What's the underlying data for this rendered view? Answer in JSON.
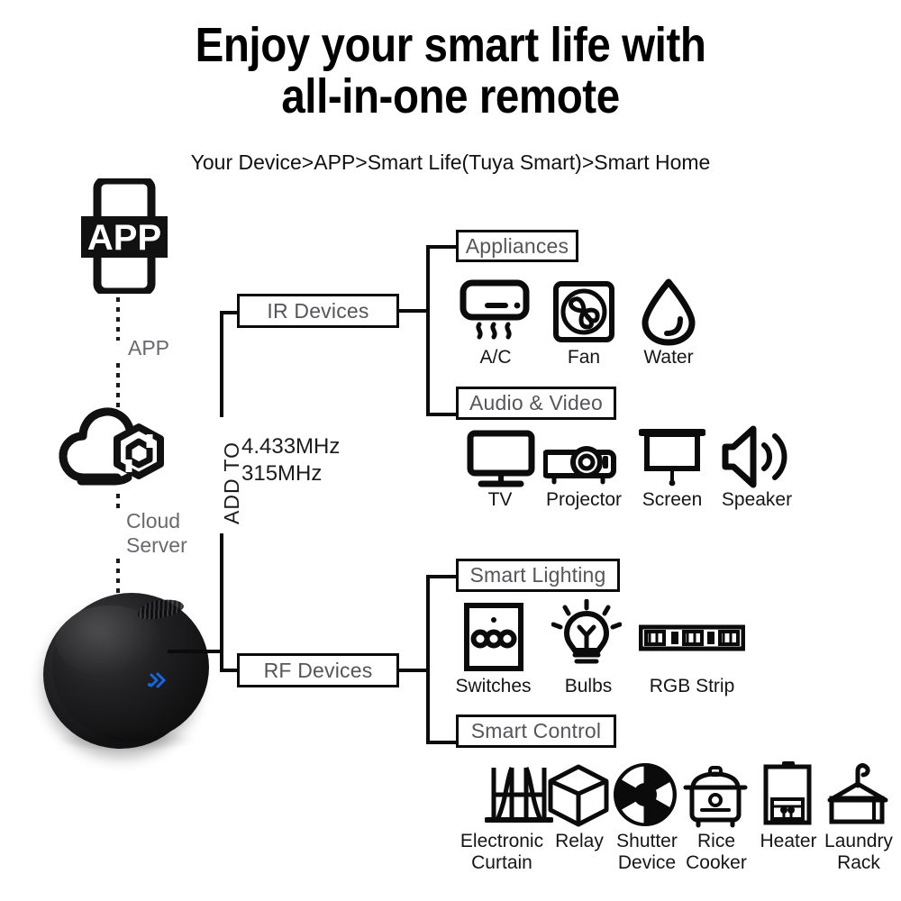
{
  "header": {
    "title_line1": "Enjoy your smart life with",
    "title_line2": "all-in-one remote",
    "breadcrumb": "Your Device>APP>Smart Life(Tuya Smart)>Smart Home"
  },
  "left_chain": {
    "app_icon_text": "APP",
    "app_label": "APP",
    "cloud_label_line1": "Cloud",
    "cloud_label_line2": "Server",
    "hub_name": "ir-rf-hub-device"
  },
  "trunk": {
    "add_to_label": "ADD TO",
    "frequency_line1": "4.433MHz",
    "frequency_line2": "315MHz"
  },
  "branches": [
    {
      "id": "ir",
      "label": "IR Devices",
      "groups": [
        {
          "id": "appliances",
          "label": "Appliances",
          "devices": [
            {
              "label": "A/C",
              "icon": "air-conditioner-icon"
            },
            {
              "label": "Fan",
              "icon": "fan-icon"
            },
            {
              "label": "Water",
              "icon": "water-drop-icon"
            }
          ]
        },
        {
          "id": "audio-video",
          "label": "Audio & Video",
          "devices": [
            {
              "label": "TV",
              "icon": "tv-icon"
            },
            {
              "label": "Projector",
              "icon": "projector-icon"
            },
            {
              "label": "Screen",
              "icon": "projection-screen-icon"
            },
            {
              "label": "Speaker",
              "icon": "speaker-icon"
            }
          ]
        }
      ]
    },
    {
      "id": "rf",
      "label": "RF Devices",
      "groups": [
        {
          "id": "smart-lighting",
          "label": "Smart Lighting",
          "devices": [
            {
              "label": "Switches",
              "icon": "wall-switch-icon"
            },
            {
              "label": "Bulbs",
              "icon": "light-bulb-icon"
            },
            {
              "label": "RGB Strip",
              "icon": "led-strip-icon"
            }
          ]
        },
        {
          "id": "smart-control",
          "label": "Smart Control",
          "devices": [
            {
              "label": "Electronic\nCurtain",
              "label_l1": "Electronic",
              "label_l2": "Curtain",
              "icon": "curtain-icon"
            },
            {
              "label": "Relay",
              "label_l1": "Relay",
              "label_l2": "",
              "icon": "relay-cube-icon"
            },
            {
              "label": "Shutter Device",
              "label_l1": "Shutter",
              "label_l2": "Device",
              "icon": "shutter-icon"
            },
            {
              "label": "Rice Cooker",
              "label_l1": "Rice",
              "label_l2": "Cooker",
              "icon": "rice-cooker-icon"
            },
            {
              "label": "Heater",
              "label_l1": "Heater",
              "label_l2": "",
              "icon": "heater-icon"
            },
            {
              "label": "Laundry Rack",
              "label_l1": "Laundry",
              "label_l2": "Rack",
              "icon": "laundry-rack-icon"
            }
          ]
        }
      ]
    }
  ],
  "colors": {
    "line": "#0b0b0b",
    "box_text": "#56565a",
    "icon_label": "#151515",
    "muted_label": "#6a6a6e",
    "hub_indicator": "#1566e0",
    "background": "#ffffff"
  }
}
